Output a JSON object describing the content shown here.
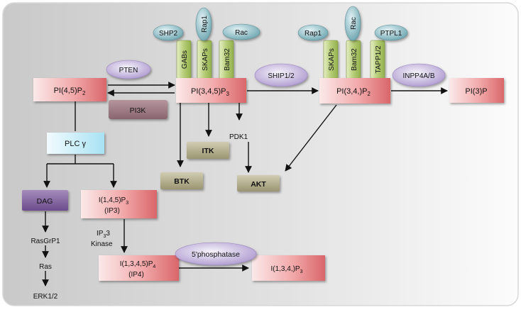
{
  "nodes": {
    "pi45p2": {
      "label": "PI(4,5)P",
      "sub": "2"
    },
    "pi345p3": {
      "label": "PI(3,4,5)P",
      "sub": "3"
    },
    "pi34p2": {
      "label": "PI(3,4,)P",
      "sub": "2"
    },
    "pi3p": {
      "label": "PI(3)P"
    },
    "plcg": {
      "label": "PLC γ"
    },
    "ip3": {
      "label": "I(1,4,5)P",
      "sub": "3",
      "line2": "(IP3)"
    },
    "ip4": {
      "label": "I(1,3,4,5)P",
      "sub": "4",
      "line2": "(IP4)"
    },
    "i134p3": {
      "label": "I(1,3,4,)P",
      "sub": "3"
    }
  },
  "enzymes": {
    "pten": "PTEN",
    "pi3k": "PI3K",
    "ship": "SHIP1/2",
    "inpp4": "INPP4A/B",
    "phosphatase5": "5'phosphatase"
  },
  "effectors": {
    "itk": "ITK",
    "btk": "BTK",
    "akt": "AKT",
    "dag": "DAG"
  },
  "labels": {
    "pdk1": "PDK1",
    "rasgrp1": "RasGrP1",
    "ras": "Ras",
    "erk": "ERK1/2",
    "ip3kinase_a": "IP",
    "ip3kinase_sub": "3",
    "ip3kinase_b": "3",
    "ip3kinase_line2": "Kinase"
  },
  "adaptors_left": {
    "top": [
      "SHP2",
      "Rap1",
      "Rac"
    ],
    "columns": [
      "GABs",
      "SKAPs",
      "Bam32"
    ]
  },
  "adaptors_right": {
    "top": [
      "Rap1",
      "Rac",
      "PTPL1"
    ],
    "columns": [
      "SKAPs",
      "Bam32",
      "TAPP1/2"
    ]
  }
}
